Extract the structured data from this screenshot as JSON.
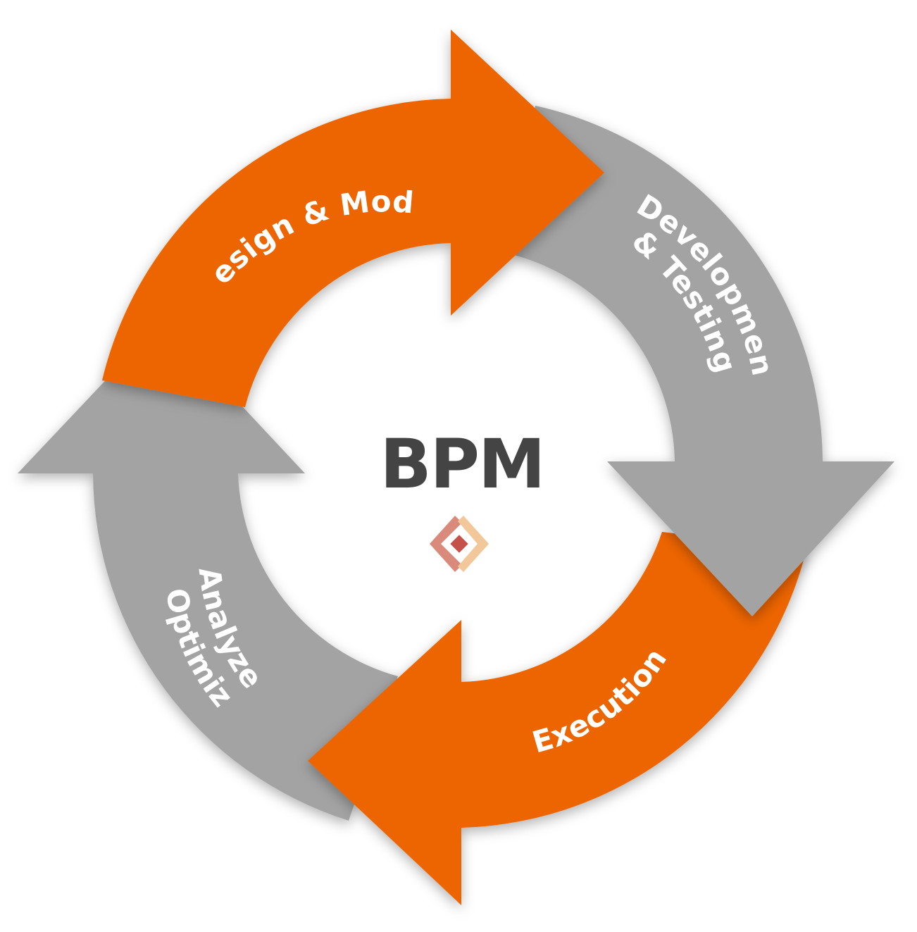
{
  "center": {
    "title": "BPM",
    "logo_icon": "diamond-chevron-logo-icon"
  },
  "stages": [
    {
      "id": "design",
      "label": "Design & Model",
      "lines": [
        "Design & Model"
      ],
      "color_key": "orange"
    },
    {
      "id": "development",
      "label": "Development & Testing",
      "lines": [
        "Development",
        "& Testing"
      ],
      "color_key": "gray"
    },
    {
      "id": "execution",
      "label": "Execution",
      "lines": [
        "Execution"
      ],
      "color_key": "orange"
    },
    {
      "id": "analyze",
      "label": "Analyze & Optimize",
      "lines": [
        "Analyze",
        "& Optimize"
      ],
      "color_key": "gray"
    }
  ],
  "colors": {
    "orange": "#ED6506",
    "gray": "#A3A3A3",
    "title": "#444444",
    "logo_outer": "#D98A7A",
    "logo_inner": "#C4524A",
    "logo_accent": "#F2C79A"
  }
}
